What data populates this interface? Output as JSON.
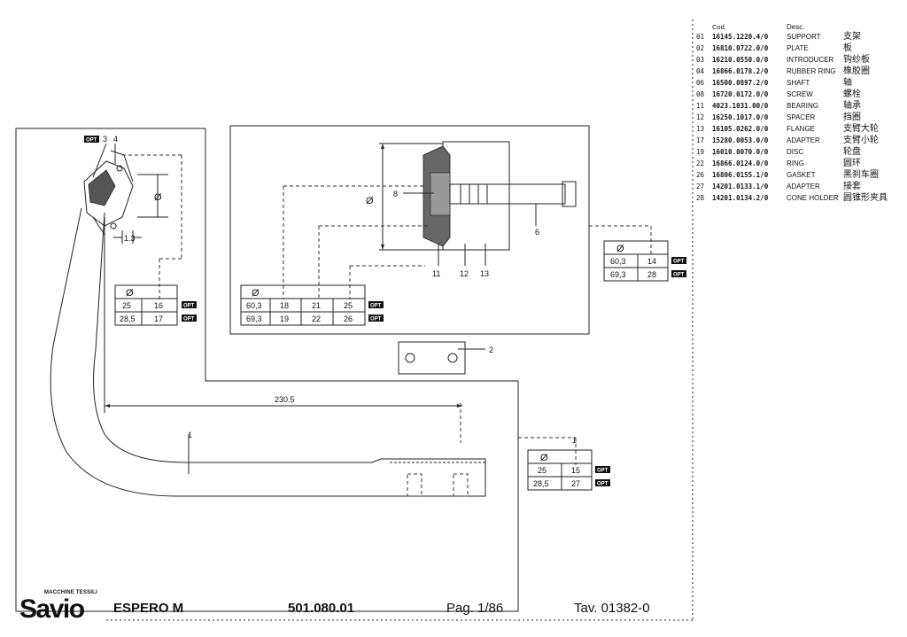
{
  "parts_list": {
    "headers": {
      "code": "Cod.",
      "desc": "Desc."
    },
    "items": [
      {
        "pos": "01",
        "code": "16145.1220.4/0",
        "desc": "SUPPORT",
        "cn": "支架"
      },
      {
        "pos": "02",
        "code": "16810.0722.0/0",
        "desc": "PLATE",
        "cn": "板"
      },
      {
        "pos": "03",
        "code": "16210.0550.0/0",
        "desc": "INTRODUCER",
        "cn": "钩纱板"
      },
      {
        "pos": "04",
        "code": "16866.0178.2/0",
        "desc": "RUBBER RING",
        "cn": "橡胶圈"
      },
      {
        "pos": "06",
        "code": "16500.0897.2/0",
        "desc": "SHAFT",
        "cn": "轴"
      },
      {
        "pos": "08",
        "code": "16720.0172.0/0",
        "desc": "SCREW",
        "cn": "螺栓"
      },
      {
        "pos": "11",
        "code": "4023.1031.00/0",
        "desc": "BEARING",
        "cn": "轴承"
      },
      {
        "pos": "12",
        "code": "16250.1017.0/0",
        "desc": "SPACER",
        "cn": "挡圈"
      },
      {
        "pos": "13",
        "code": "16105.0262.0/0",
        "desc": "FLANGE",
        "cn": "支臂大轮"
      },
      {
        "pos": "17",
        "code": "15280.0053.0/0",
        "desc": "ADAPTER",
        "cn": "支臂小轮"
      },
      {
        "pos": "19",
        "code": "16010.0070.0/0",
        "desc": "DISC",
        "cn": "轮盘"
      },
      {
        "pos": "22",
        "code": "16866.0124.0/0",
        "desc": "RING",
        "cn": "圆环"
      },
      {
        "pos": "26",
        "code": "16806.0155.1/0",
        "desc": "GASKET",
        "cn": "黑刹车圈"
      },
      {
        "pos": "27",
        "code": "14201.0133.1/0",
        "desc": "ADAPTER",
        "cn": "接套"
      },
      {
        "pos": "28",
        "code": "14201.0134.2/0",
        "desc": "CONE HOLDER",
        "cn": "圆锥形夹具"
      }
    ]
  },
  "drawing": {
    "diameter_symbol": "Ø",
    "opt_label": "OPT",
    "dim_1_3": "1.3",
    "dim_230_5": "230.5",
    "callouts": {
      "p1": "1",
      "p1b": "1",
      "p2": "2",
      "p3": "3",
      "p4": "4",
      "p6": "6",
      "p8": "8",
      "p11": "11",
      "p12": "12",
      "p13": "13"
    },
    "table_small_left": {
      "rows": [
        [
          "25",
          "16"
        ],
        [
          "28,5",
          "17"
        ]
      ]
    },
    "table_center": {
      "rows": [
        [
          "60,3",
          "18",
          "21",
          "25"
        ],
        [
          "69,3",
          "19",
          "22",
          "26"
        ]
      ]
    },
    "table_right": {
      "rows": [
        [
          "60,3",
          "14"
        ],
        [
          "69,3",
          "28"
        ]
      ]
    },
    "table_bottom": {
      "rows": [
        [
          "25",
          "15"
        ],
        [
          "28,5",
          "27"
        ]
      ]
    }
  },
  "footer": {
    "logo_tagline": "MACCHINE TESSILI",
    "logo_text": "Savio",
    "model": "ESPERO M",
    "drawing_no": "501.080.01",
    "page": "Pag. 1/86",
    "tav": "Tav. 01382-0"
  }
}
